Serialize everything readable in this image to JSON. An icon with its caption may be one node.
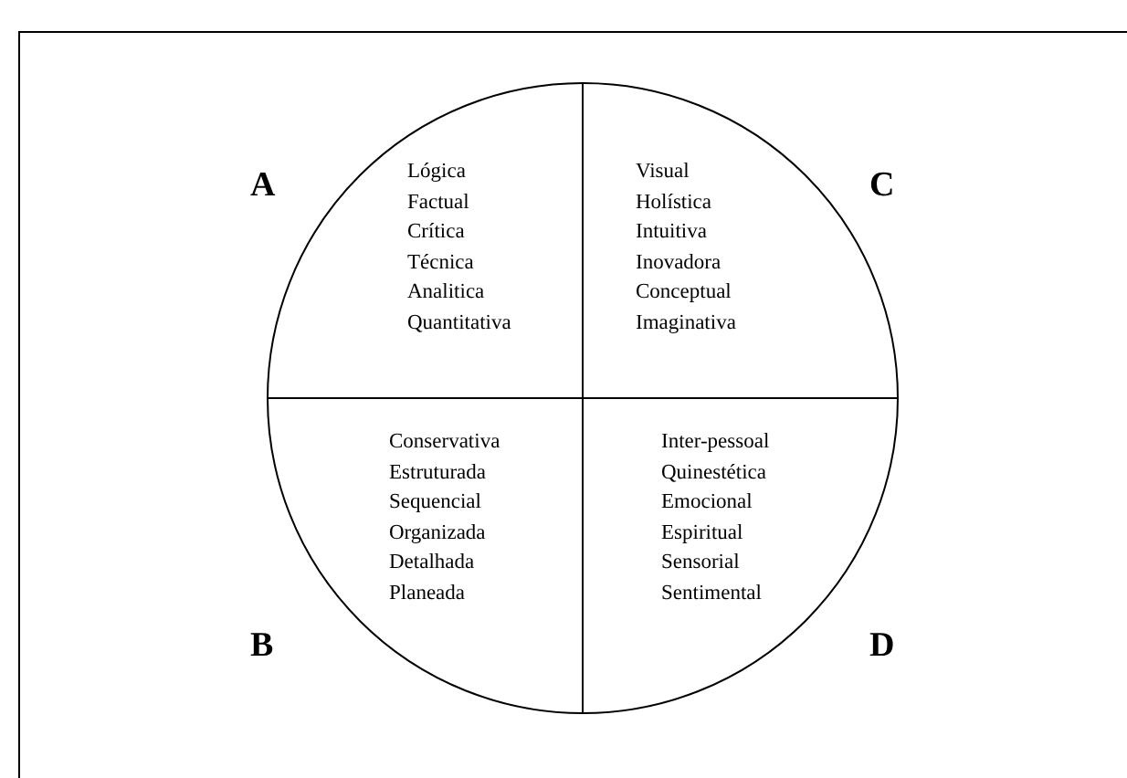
{
  "diagram": {
    "nodes": [
      {
        "text": [],
        "shape": "circle"
      },
      {
        "text": [
          "Lógica",
          "Factual",
          "Crítica",
          "Técnica",
          "Analitica",
          "Quantitativa"
        ],
        "beside": [
          "A"
        ],
        "in": 0
      },
      {
        "text": [
          "Visual",
          "Holística",
          "Intuitiva",
          "Inovadora",
          "Conceptual",
          "Imaginativa"
        ],
        "beside": [
          "C"
        ],
        "in": 0
      },
      {
        "text": [
          "Conservativa",
          "Estruturada",
          "Sequencial",
          "Organizada",
          "Detalhada",
          "Planeada"
        ],
        "beside": [
          "B"
        ],
        "in": 0
      },
      {
        "text": [
          "Inter-pessoal",
          "Quinestética",
          "Emocional",
          "Espiritual",
          "Sensorial",
          "Sentimental"
        ],
        "beside": [
          "D"
        ],
        "in": 0
      }
    ]
  }
}
